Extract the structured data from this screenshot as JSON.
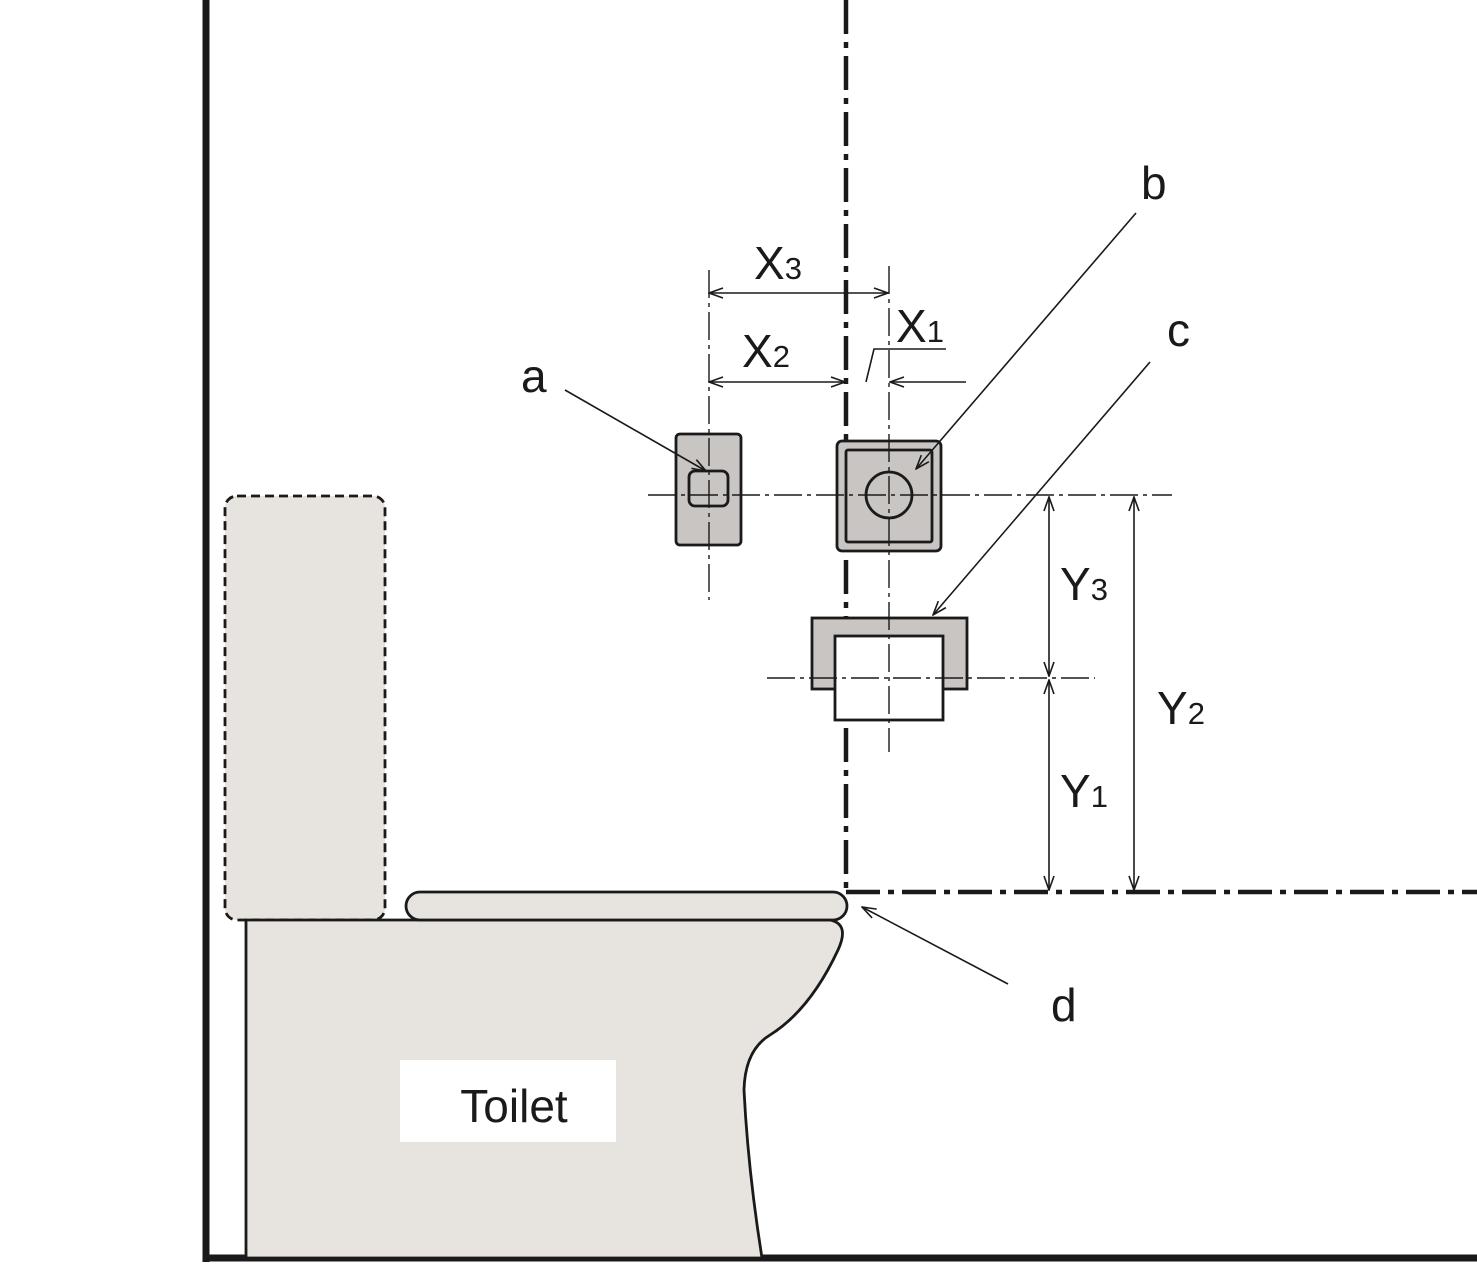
{
  "labels": {
    "a": "a",
    "b": "b",
    "c": "c",
    "d": "d",
    "toilet": "Toilet"
  },
  "dimensions": {
    "x1": {
      "letter": "X",
      "index": "1"
    },
    "x2": {
      "letter": "X",
      "index": "2"
    },
    "x3": {
      "letter": "X",
      "index": "3"
    },
    "y1": {
      "letter": "Y",
      "index": "1"
    },
    "y2": {
      "letter": "Y",
      "index": "2"
    },
    "y3": {
      "letter": "Y",
      "index": "3"
    }
  }
}
